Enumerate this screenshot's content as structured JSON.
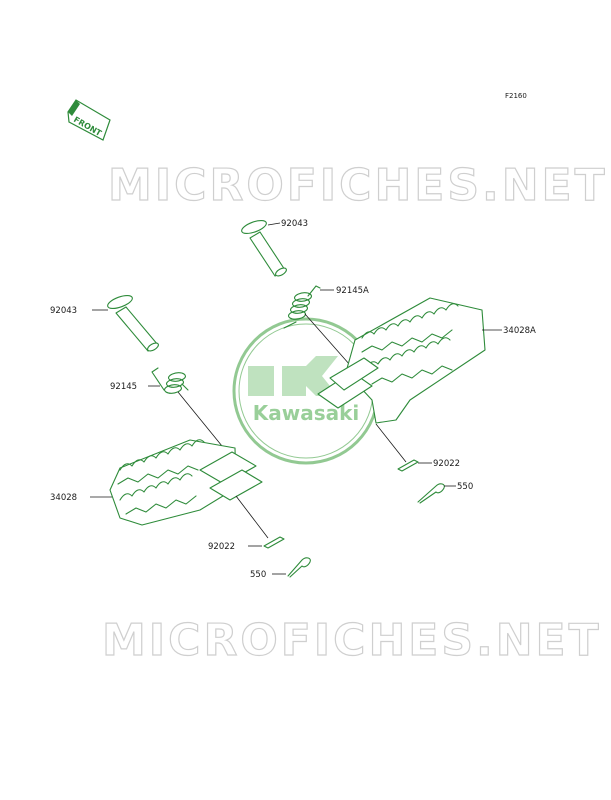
{
  "figure_code": "F2160",
  "front_arrow_label": "FRONT",
  "watermark_text": "MICROFICHES.NET",
  "brand_logo_text": "Kawasaki",
  "colors": {
    "part_line": "#2e8b3a",
    "logo": "#7fbf7f",
    "watermark": "#cfcfcf",
    "text": "#1a1a1a"
  },
  "callouts": {
    "pin_upper": "92043",
    "spring_upper": "92145A",
    "peg_right": "34028A",
    "pin_left": "92043",
    "spring_left": "92145",
    "peg_left": "34028",
    "washer_right": "92022",
    "cotter_right": "550",
    "washer_left": "92022",
    "cotter_left": "550"
  }
}
